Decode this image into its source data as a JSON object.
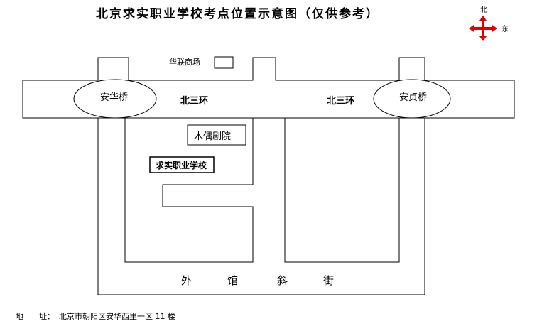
{
  "map": {
    "title": "北京求实职业学校考点位置示意图（仅供参考）",
    "compass": {
      "north": "北",
      "east": "东",
      "color": "#e00000"
    },
    "landmarks": {
      "shopping_mall": "华联商场",
      "west_bridge": "安华桥",
      "east_bridge": "安贞桥",
      "road_west": "北三环",
      "road_east": "北三环",
      "theater": "木偶剧院",
      "school": "求实职业学校"
    },
    "street": [
      "外",
      "馆",
      "斜",
      "街"
    ],
    "address": {
      "label": "地　　址：",
      "value": "北京市朝阳区安华西里一区 11 楼"
    }
  }
}
